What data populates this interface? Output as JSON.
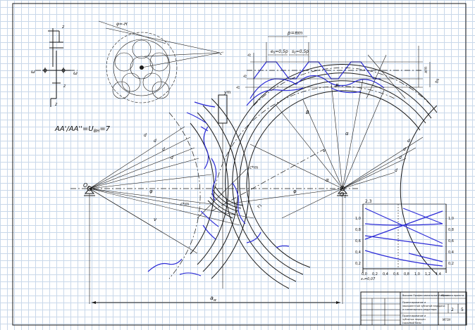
{
  "ratio": {
    "formula": "AA'/AA''=U",
    "sub": "BH",
    "value": "=7"
  },
  "labels": {
    "center_a": "O",
    "center_a_sub": "2",
    "center_b": "O",
    "center_b_sub": "1",
    "pitch": "p=πm",
    "e0": "e",
    "e0_rest": "=0,5p",
    "s0": "s",
    "s0_rest": "=0,5p",
    "aw": "a",
    "aw_sub": "w",
    "r1": "r",
    "r1_sub": "1",
    "cm": "c*m",
    "cm2": "c*m",
    "ym": "ym",
    "da2": "d",
    "db2": "d",
    "dw2": "d",
    "df2": "d",
    "da1": "d",
    "db1": "d",
    "dw1": "d",
    "df1": "d",
    "phi_a": "φ",
    "phi_w": "φ",
    "alpha": "α",
    "nu": "ν",
    "P": "P",
    "B": "B",
    "h_m": "h",
    "ha_m": "h",
    "hf_m": "h",
    "xm": "xm",
    "ht": "h",
    "ht_sub": "0",
    "s_label": "s",
    "pi_label": "π"
  },
  "graph": {
    "left_ticks": [
      "1,0",
      "0,8",
      "0,6",
      "0,4",
      "0,2"
    ],
    "right_ticks": [
      "1,0",
      "0,8",
      "0,6",
      "0,4",
      "0,2"
    ],
    "bottom_ticks": [
      "0,0",
      "0,2",
      "0,4",
      "0,6",
      "0,8",
      "1,0",
      "1,2",
      "1,4"
    ],
    "bottom_note": "x",
    "x_note": "x₁=0,07",
    "header": "2,3"
  },
  "title_block": {
    "org": "Высшее Профессиональное Учебное",
    "sheet_title": "Курсовая проекта",
    "line1": "Проектирование и",
    "line2": "эвольвентной зубчатой передачи",
    "line3": "и планетарного редуктора",
    "line4": "сырьевой базы",
    "line5": "Проектирование и",
    "line6": "зубчатых передач",
    "sheet_no": "2",
    "sheets": "5",
    "dept": "МГОУ"
  }
}
